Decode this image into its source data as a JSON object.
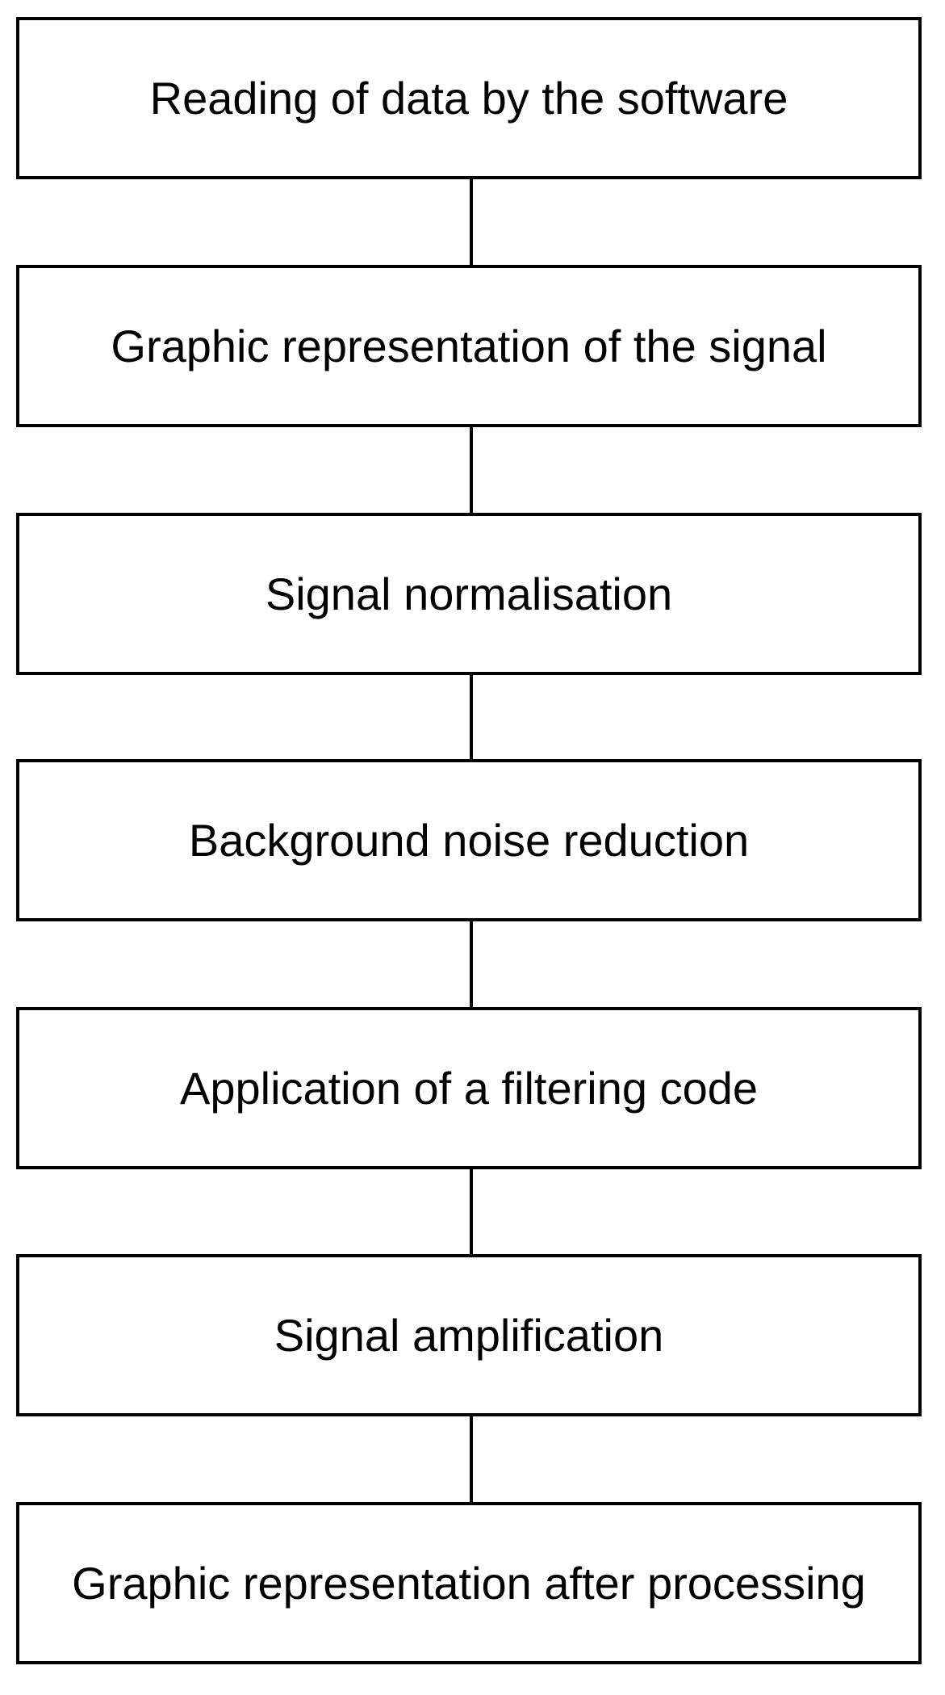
{
  "flowchart": {
    "steps": [
      {
        "label": "Reading of data by the software"
      },
      {
        "label": "Graphic representation of the signal"
      },
      {
        "label": "Signal normalisation"
      },
      {
        "label": "Background noise reduction"
      },
      {
        "label": "Application of a filtering code"
      },
      {
        "label": "Signal amplification"
      },
      {
        "label": "Graphic representation after processing"
      }
    ],
    "colors": {
      "border": "#000000",
      "text": "#000000",
      "background": "#ffffff"
    }
  }
}
